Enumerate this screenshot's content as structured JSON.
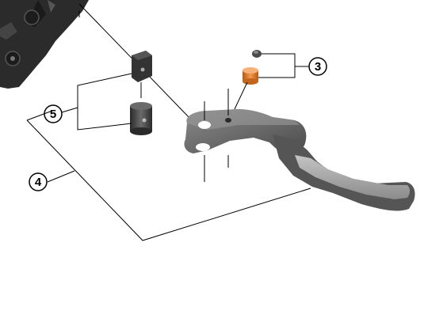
{
  "callouts": {
    "part_3": "3",
    "part_4": "4",
    "part_5": "5"
  },
  "colors": {
    "line": "#000000",
    "bracket_body": "#2a2a2a",
    "lever_body": "#6b6b6b",
    "lever_highlight": "#a9a9a9",
    "pin": "#3c3c3c",
    "bushing": "#e07b28"
  }
}
